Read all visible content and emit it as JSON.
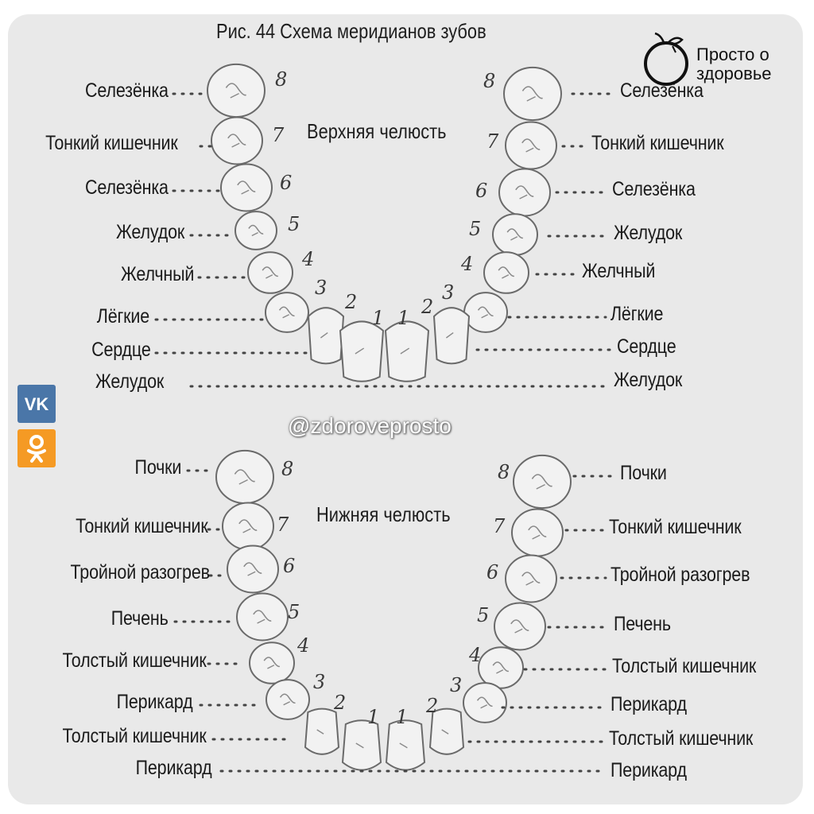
{
  "title": "Рис. 44 Схема меридианов зубов",
  "upper_jaw_label": "Верхняя челюсть",
  "lower_jaw_label": "Нижняя челюсть",
  "watermark": "@zdoroveprosto",
  "logo": {
    "line1": "Просто о",
    "line2": "здоровье"
  },
  "social": {
    "vk": "VK",
    "ok": "OK"
  },
  "upper": {
    "left": [
      "Селезёнка",
      "Тонкий кишечник",
      "Селезёнка",
      "Желудок",
      "Желчный",
      "Лёгкие",
      "Сердце",
      "Желудок"
    ],
    "right": [
      "Селезёнка",
      "Тонкий кишечник",
      "Селезёнка",
      "Желудок",
      "Желчный",
      "Лёгкие",
      "Сердце",
      "Желудок"
    ],
    "numbers_left": [
      "8",
      "7",
      "6",
      "5",
      "4",
      "3",
      "2",
      "1"
    ],
    "numbers_right": [
      "8",
      "7",
      "6",
      "5",
      "4",
      "3",
      "2",
      "1"
    ]
  },
  "lower": {
    "left": [
      "Почки",
      "Тонкий кишечник",
      "Тройной разогрев",
      "Печень",
      "Толстый кишечник",
      "Перикард",
      "Толстый кишечник",
      "Перикард"
    ],
    "right": [
      "Почки",
      "Тонкий кишечник",
      "Тройной разогрев",
      "Печень",
      "Толстый кишечник",
      "Перикард",
      "Толстый кишечник",
      "Перикард"
    ],
    "numbers_left": [
      "8",
      "7",
      "6",
      "5",
      "4",
      "3",
      "2",
      "1"
    ],
    "numbers_right": [
      "8",
      "7",
      "6",
      "5",
      "4",
      "3",
      "2",
      "1"
    ]
  }
}
